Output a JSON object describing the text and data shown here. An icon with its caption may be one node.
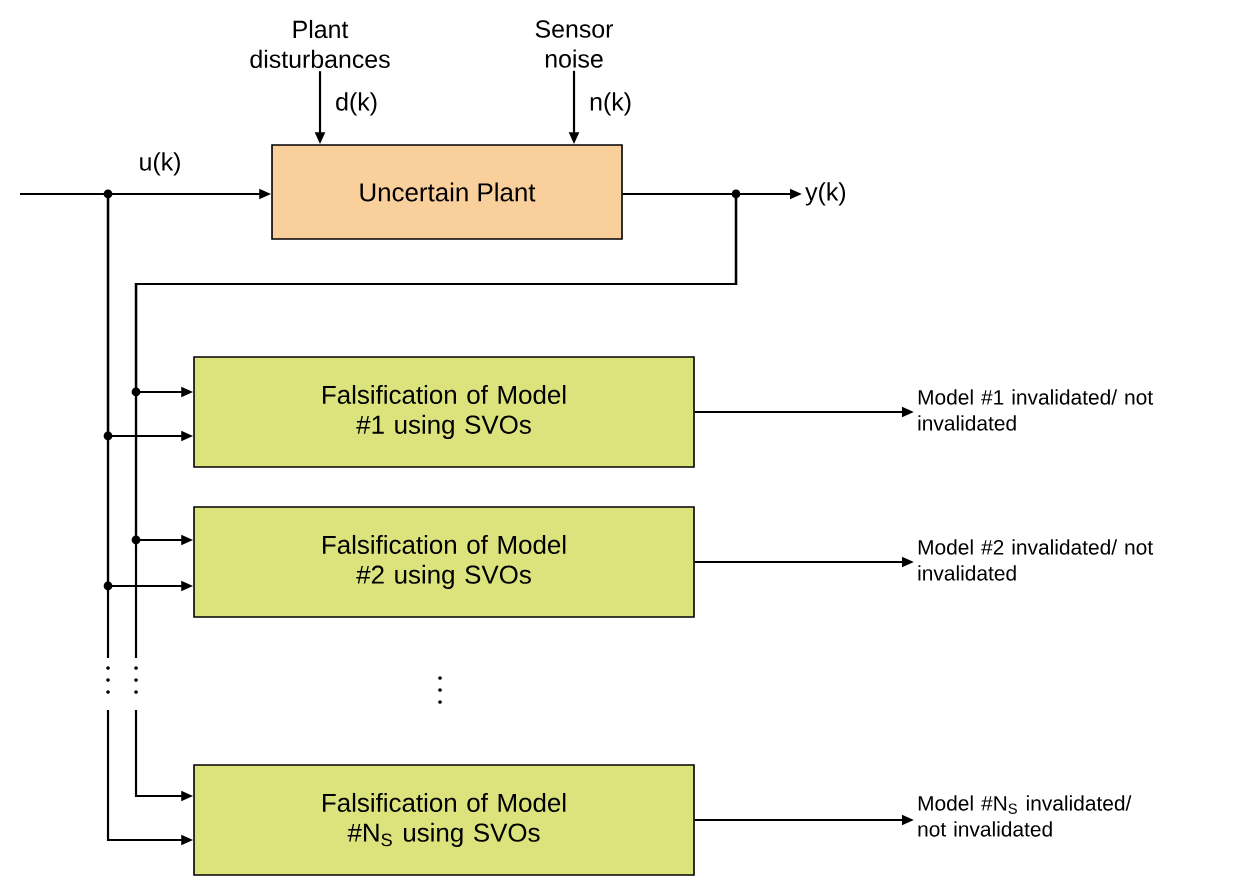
{
  "diagram": {
    "nodes": [
      {
        "text": [
          "Uncertain Plant"
        ]
      },
      {
        "text": [
          "Plant disturbances"
        ]
      },
      {
        "text": [
          "Sensor noise"
        ]
      },
      {
        "text": [
          "y(k)"
        ]
      },
      {
        "text": [
          "Falsification of Model #1 using SVOs"
        ]
      },
      {
        "text": [
          "Falsification of Model #2 using SVOs"
        ]
      },
      {
        "text": [
          "Falsification of Model #N$_{S}$ using SVOs"
        ]
      },
      {
        "text": [
          "Model #1 invalidated/ not invalidated"
        ]
      },
      {
        "text": [
          "Model #2 invalidated/ not invalidated"
        ]
      },
      {
        "text": [
          "Model #N$_{S}$ invalidated/ not invalidated"
        ]
      }
    ],
    "edges": [
      {
        "from": null,
        "to": 0,
        "arrow": "to",
        "label": "u(k)"
      },
      {
        "from": 1,
        "to": 0,
        "arrow": "to",
        "label": "d(k)"
      },
      {
        "from": 2,
        "to": 0,
        "arrow": "to",
        "label": "n(k)"
      },
      {
        "from": 0,
        "to": 3,
        "arrow": "to"
      },
      {
        "from": 0,
        "to": 4,
        "arrow": "to"
      },
      {
        "from": null,
        "to": 4,
        "arrow": "to"
      },
      {
        "from": 0,
        "to": 5,
        "arrow": "to"
      },
      {
        "from": null,
        "to": 5,
        "arrow": "to"
      },
      {
        "from": 0,
        "to": 6,
        "arrow": "to"
      },
      {
        "from": null,
        "to": 6,
        "arrow": "to"
      },
      {
        "from": 4,
        "to": 7,
        "arrow": "to"
      },
      {
        "from": 5,
        "to": 8,
        "arrow": "to"
      },
      {
        "from": 6,
        "to": 9,
        "arrow": "to"
      }
    ]
  }
}
